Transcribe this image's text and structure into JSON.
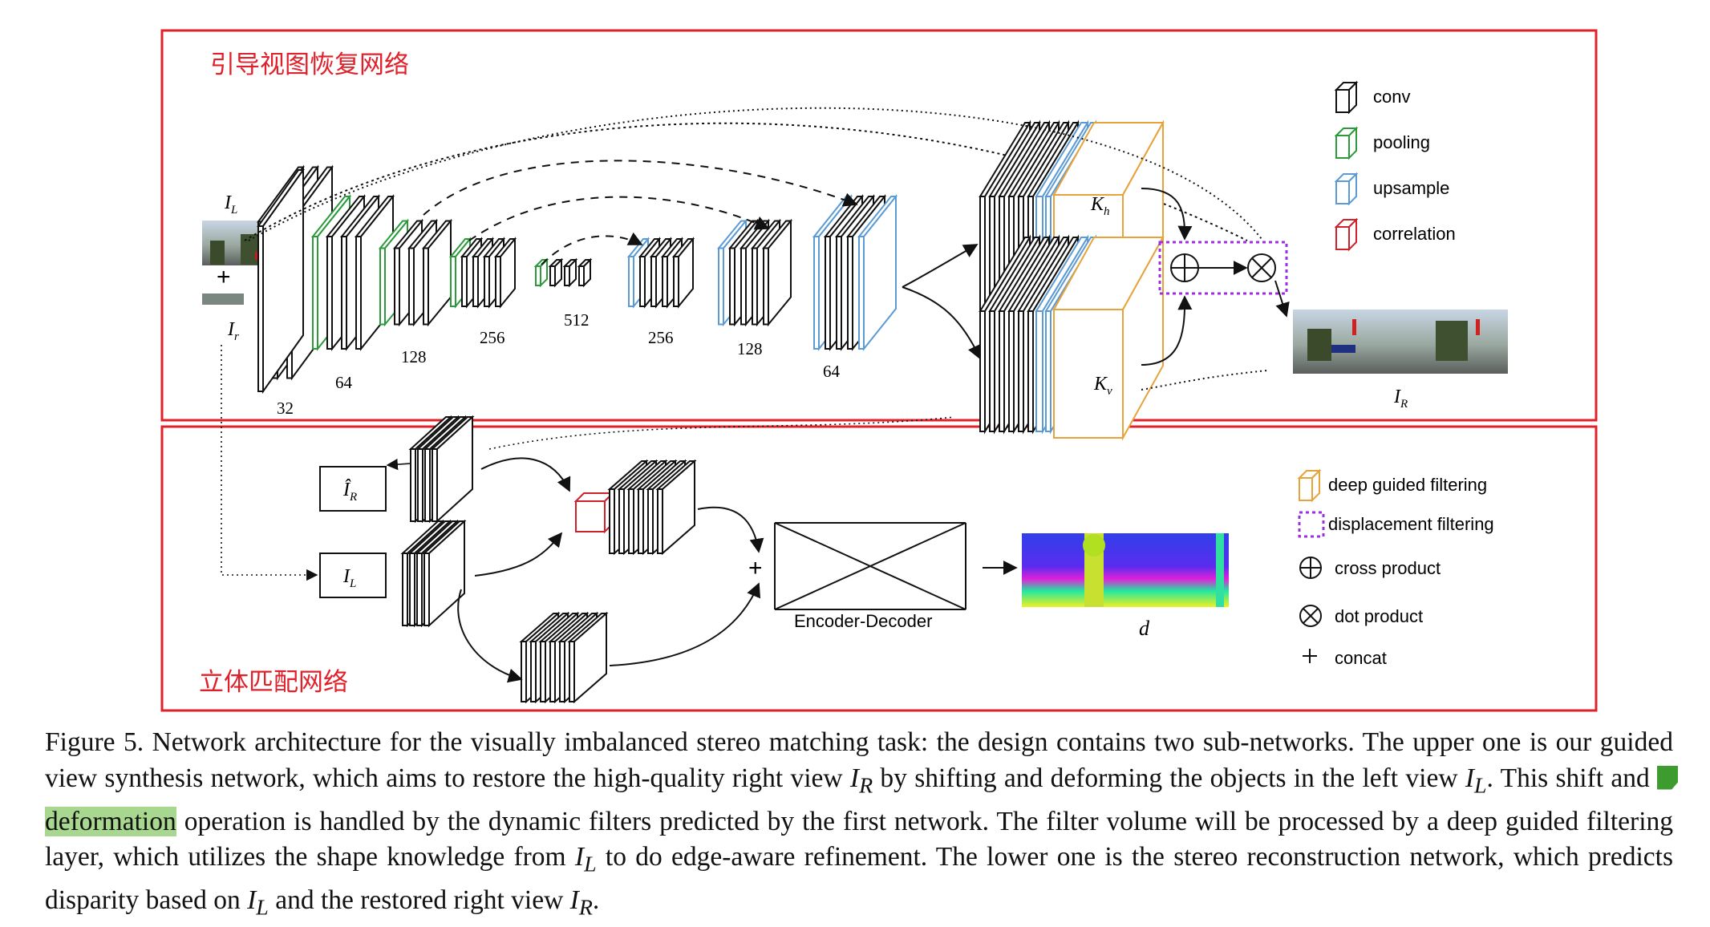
{
  "sections": {
    "upper_title": "引导视图恢复网络",
    "lower_title": "立体匹配网络"
  },
  "inputs": {
    "left": "I_L",
    "right": "I_r",
    "plus": "+"
  },
  "encoder_labels": [
    "32",
    "64",
    "128",
    "256",
    "512",
    "256",
    "128",
    "64"
  ],
  "kernels": {
    "horizontal": "K_h",
    "vertical": "K_v"
  },
  "output_label": "I_R",
  "lower": {
    "restored_box": "Î_R",
    "left_box": "I_L",
    "encoder_decoder": "Encoder-Decoder",
    "disparity": "d",
    "plus": "+"
  },
  "legend_top": [
    {
      "icon": "conv-block-icon",
      "color": "#111111",
      "label": "conv"
    },
    {
      "icon": "pooling-block-icon",
      "color": "#2a9a3a",
      "label": "pooling"
    },
    {
      "icon": "upsample-block-icon",
      "color": "#5b9bd5",
      "label": "upsample"
    },
    {
      "icon": "correlation-block-icon",
      "color": "#d0202a",
      "label": "correlation"
    }
  ],
  "legend_bottom": [
    {
      "icon": "guided-filter-block-icon",
      "color": "#e8a23a",
      "label": "deep guided filtering"
    },
    {
      "icon": "dotted-box-icon",
      "color": "#9b30e0",
      "label": "displacement filtering"
    },
    {
      "icon": "circle-plus-icon",
      "label": "cross product"
    },
    {
      "icon": "circle-times-icon",
      "label": "dot product"
    },
    {
      "icon": "plus-icon",
      "label": "concat"
    }
  ],
  "colors": {
    "section_border": "#e0202a",
    "conv": "#111111",
    "pooling": "#2a9a3a",
    "upsample": "#5b9bd5",
    "correlation": "#d0202a",
    "guided": "#e8a23a",
    "displacement": "#9b30e0"
  },
  "caption": {
    "p1": "Figure 5. Network architecture for the visually imbalanced stereo matching task: the design contains two sub-networks. The upper one is our guided view synthesis network, which aims to restore the high-quality right view",
    "m1": "I",
    "s1": "R",
    "p2": "by shifting and deforming the objects in the left view",
    "m2": "I",
    "s2": "L",
    "p3": ". This shift and",
    "hl": "deformation",
    "p4": "operation is handled by the dynamic filters predicted by the first network. The filter volume will be processed by a deep guided filtering layer, which utilizes the shape knowledge from",
    "m3": "I",
    "s3": "L",
    "p5": "to do edge-aware refinement. The lower one is the stereo reconstruction network, which predicts disparity based on",
    "m4": "I",
    "s4": "L",
    "p6": "and the restored right view",
    "m5": "I",
    "s5": "R",
    "p7": "."
  }
}
